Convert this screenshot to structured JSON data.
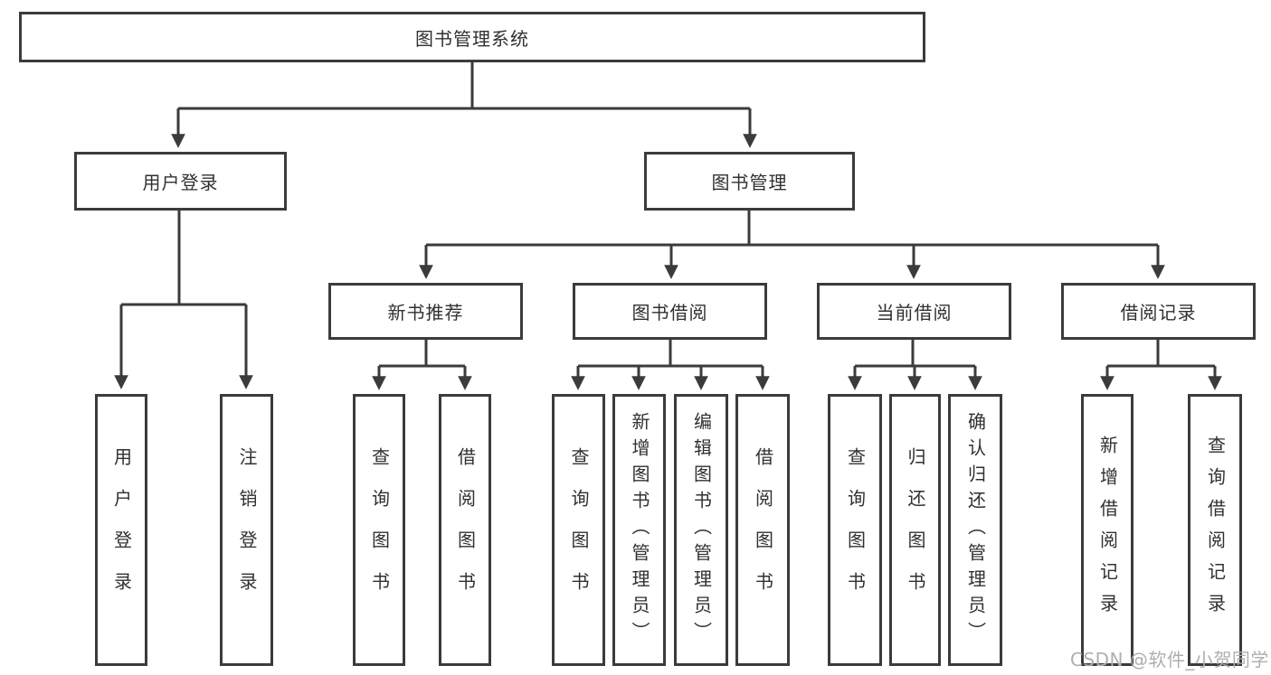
{
  "diagram": {
    "type": "hierarchy",
    "nodes": {
      "root": {
        "label": "图书管理系统"
      },
      "level2": [
        {
          "label": "用户登录"
        },
        {
          "label": "图书管理"
        }
      ],
      "level3": [
        {
          "label": "新书推荐"
        },
        {
          "label": "图书借阅"
        },
        {
          "label": "当前借阅"
        },
        {
          "label": "借阅记录"
        }
      ],
      "leaves": [
        {
          "label": "用户登录",
          "parent": "用户登录"
        },
        {
          "label": "注销登录",
          "parent": "用户登录"
        },
        {
          "label": "查询图书",
          "parent": "新书推荐"
        },
        {
          "label": "借阅图书",
          "parent": "新书推荐"
        },
        {
          "label": "查询图书",
          "parent": "图书借阅"
        },
        {
          "label": "新增图书（管理员）",
          "parent": "图书借阅"
        },
        {
          "label": "编辑图书（管理员）",
          "parent": "图书借阅"
        },
        {
          "label": "借阅图书",
          "parent": "图书借阅"
        },
        {
          "label": "查询图书",
          "parent": "当前借阅"
        },
        {
          "label": "归还图书",
          "parent": "当前借阅"
        },
        {
          "label": "确认归还（管理员）",
          "parent": "当前借阅"
        },
        {
          "label": "新增借阅记录",
          "parent": "借阅记录"
        },
        {
          "label": "查询借阅记录",
          "parent": "借阅记录"
        }
      ]
    },
    "colors": {
      "line": "#3b3b3b",
      "text": "#303030",
      "watermark_text_color": "#b0aeae",
      "background": "#ffffff"
    }
  },
  "watermark": {
    "text": "CSDN @软件_小贺同学"
  }
}
